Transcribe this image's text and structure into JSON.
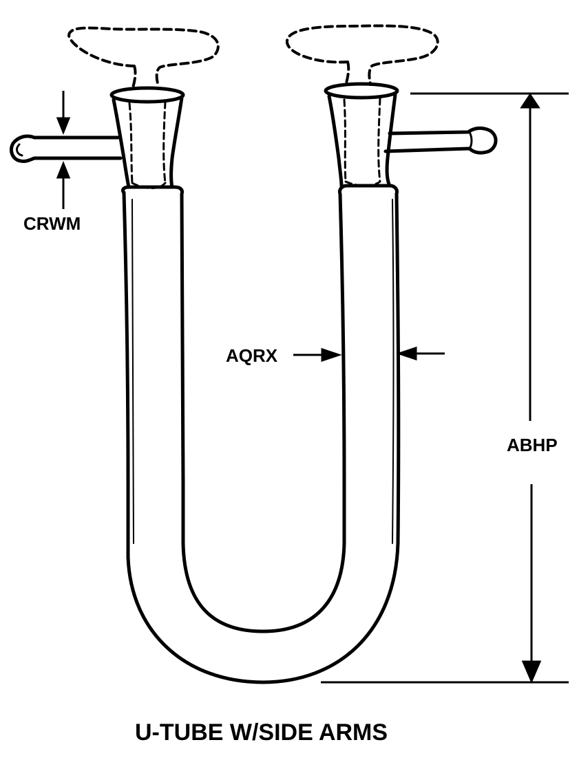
{
  "diagram": {
    "caption": "U-TUBE W/SIDE ARMS",
    "labels": {
      "crwm": "CRWM",
      "aqrx": "AQRX",
      "abhp": "ABHP"
    },
    "line_color": "#000000",
    "background": "#ffffff"
  }
}
